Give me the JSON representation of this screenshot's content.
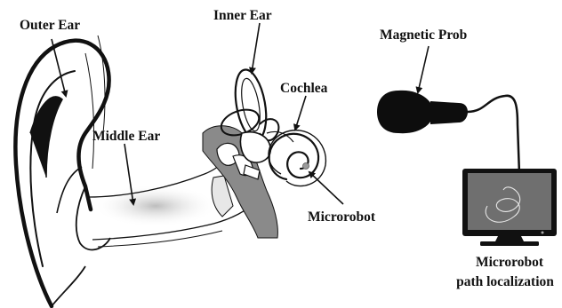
{
  "labels": {
    "outer_ear": "Outer Ear",
    "inner_ear": "Inner Ear",
    "cochlea": "Cochlea",
    "middle_ear": "Middle Ear",
    "microrobot": "Microrobot",
    "magnetic_probe": "Magnetic Prob",
    "localization_line1": "Microrobot",
    "localization_line2": "path localization"
  },
  "colors": {
    "ink": "#111111",
    "canal_shade": "#cfcfcf",
    "ossicle_gray": "#8a8a8a",
    "probe_black": "#0d0d0d",
    "screen_gray": "#6f6f6f",
    "robot_dot": "#9a9a9a"
  }
}
